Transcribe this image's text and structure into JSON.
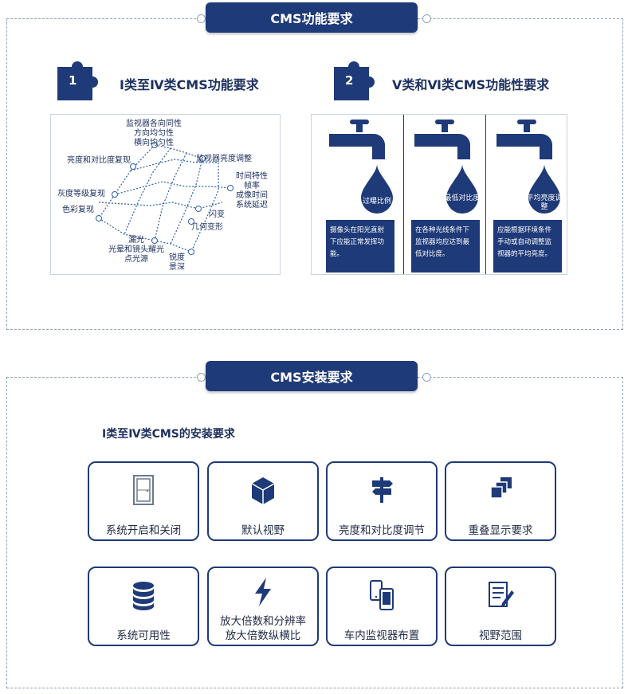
{
  "sections": {
    "function_title": "CMS功能要求",
    "install_title": "CMS安装要求"
  },
  "func": {
    "part1": {
      "number": "1",
      "title": "Ⅰ类至Ⅳ类CMS功能要求"
    },
    "part2": {
      "number": "2",
      "title": "Ⅴ类和Ⅵ类CMS功能性要求"
    }
  },
  "diagram": {
    "labels": {
      "top": "监视器各向同性\n方向均匀性\n横向均匀性",
      "brightness_contrast": "亮度和对比度复现",
      "monitor_brightness": "监视器亮度调整",
      "temporal": "时间特性\n帧率\n成像时间\n系统延迟",
      "grayscale": "灰度等级复现",
      "color": "色彩复现",
      "flicker": "闪变",
      "geometric": "几何变形",
      "leakage": "漏光\n光晕和镜头耀光\n点光源",
      "sharpness": "锐度\n景深"
    }
  },
  "taps": [
    {
      "drop": "过曝比例",
      "text": "摄像头在阳光直射下应能正常发挥功能。"
    },
    {
      "drop": "最低对比度",
      "text": "在各种光线条件下监视器均应达到最低对比度。"
    },
    {
      "drop": "平均亮度调整",
      "text": "应能根据环境条件手动或自动调整监视器的平均亮度。"
    }
  ],
  "install": {
    "heading": "Ⅰ类至Ⅳ类CMS的安装要求",
    "cards": [
      {
        "label": "系统开启和关闭",
        "icon": "door-icon"
      },
      {
        "label": "默认视野",
        "icon": "cube-icon"
      },
      {
        "label": "亮度和对比度调节",
        "icon": "signpost-icon"
      },
      {
        "label": "重叠显示要求",
        "icon": "layers-icon"
      },
      {
        "label": "系统可用性",
        "icon": "database-icon"
      },
      {
        "label": "放大倍数和分辨率\n放大倍数纵横比",
        "icon": "lightning-icon"
      },
      {
        "label": "车内监视器布置",
        "icon": "devices-icon"
      },
      {
        "label": "视野范围",
        "icon": "document-edit-icon"
      }
    ]
  },
  "colors": {
    "primary": "#1e3a78",
    "accent_light": "#2f5ea8",
    "border": "#8fa3b8"
  }
}
